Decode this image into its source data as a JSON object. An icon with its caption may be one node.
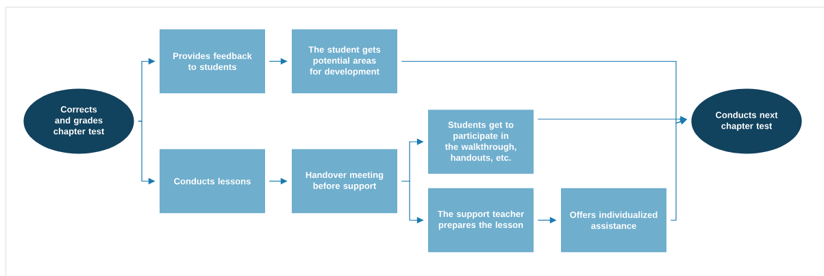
{
  "diagram": {
    "nodes": [
      {
        "text": [
          "Corrects and grades chapter test"
        ]
      },
      {
        "text": [
          "Provides feedback to students"
        ]
      },
      {
        "text": [
          "The student gets potential areas for development"
        ]
      },
      {
        "text": [
          "Conducts lessons"
        ]
      },
      {
        "text": [
          "Handover meeting before support"
        ]
      },
      {
        "text": [
          "Students get to participate in the walkthrough, handouts, etc."
        ]
      },
      {
        "text": [
          "The support teacher prepares the lesson"
        ]
      },
      {
        "text": [
          "Offers individualized assistance"
        ]
      },
      {
        "text": [
          "Conducts next chapter test"
        ]
      }
    ],
    "edges": [
      {
        "from": 0,
        "to": 1,
        "arrow": "to"
      },
      {
        "from": 0,
        "to": 3,
        "arrow": "to"
      },
      {
        "from": 1,
        "to": 2,
        "arrow": "to"
      },
      {
        "from": 3,
        "to": 4,
        "arrow": "to"
      },
      {
        "from": 4,
        "to": 5,
        "arrow": "to"
      },
      {
        "from": 4,
        "to": 6,
        "arrow": "to"
      },
      {
        "from": 6,
        "to": 7,
        "arrow": "to"
      },
      {
        "from": 2,
        "to": 8,
        "arrow": "to"
      },
      {
        "from": 5,
        "to": 8,
        "arrow": "to"
      },
      {
        "from": 7,
        "to": 8,
        "arrow": "to"
      }
    ]
  }
}
